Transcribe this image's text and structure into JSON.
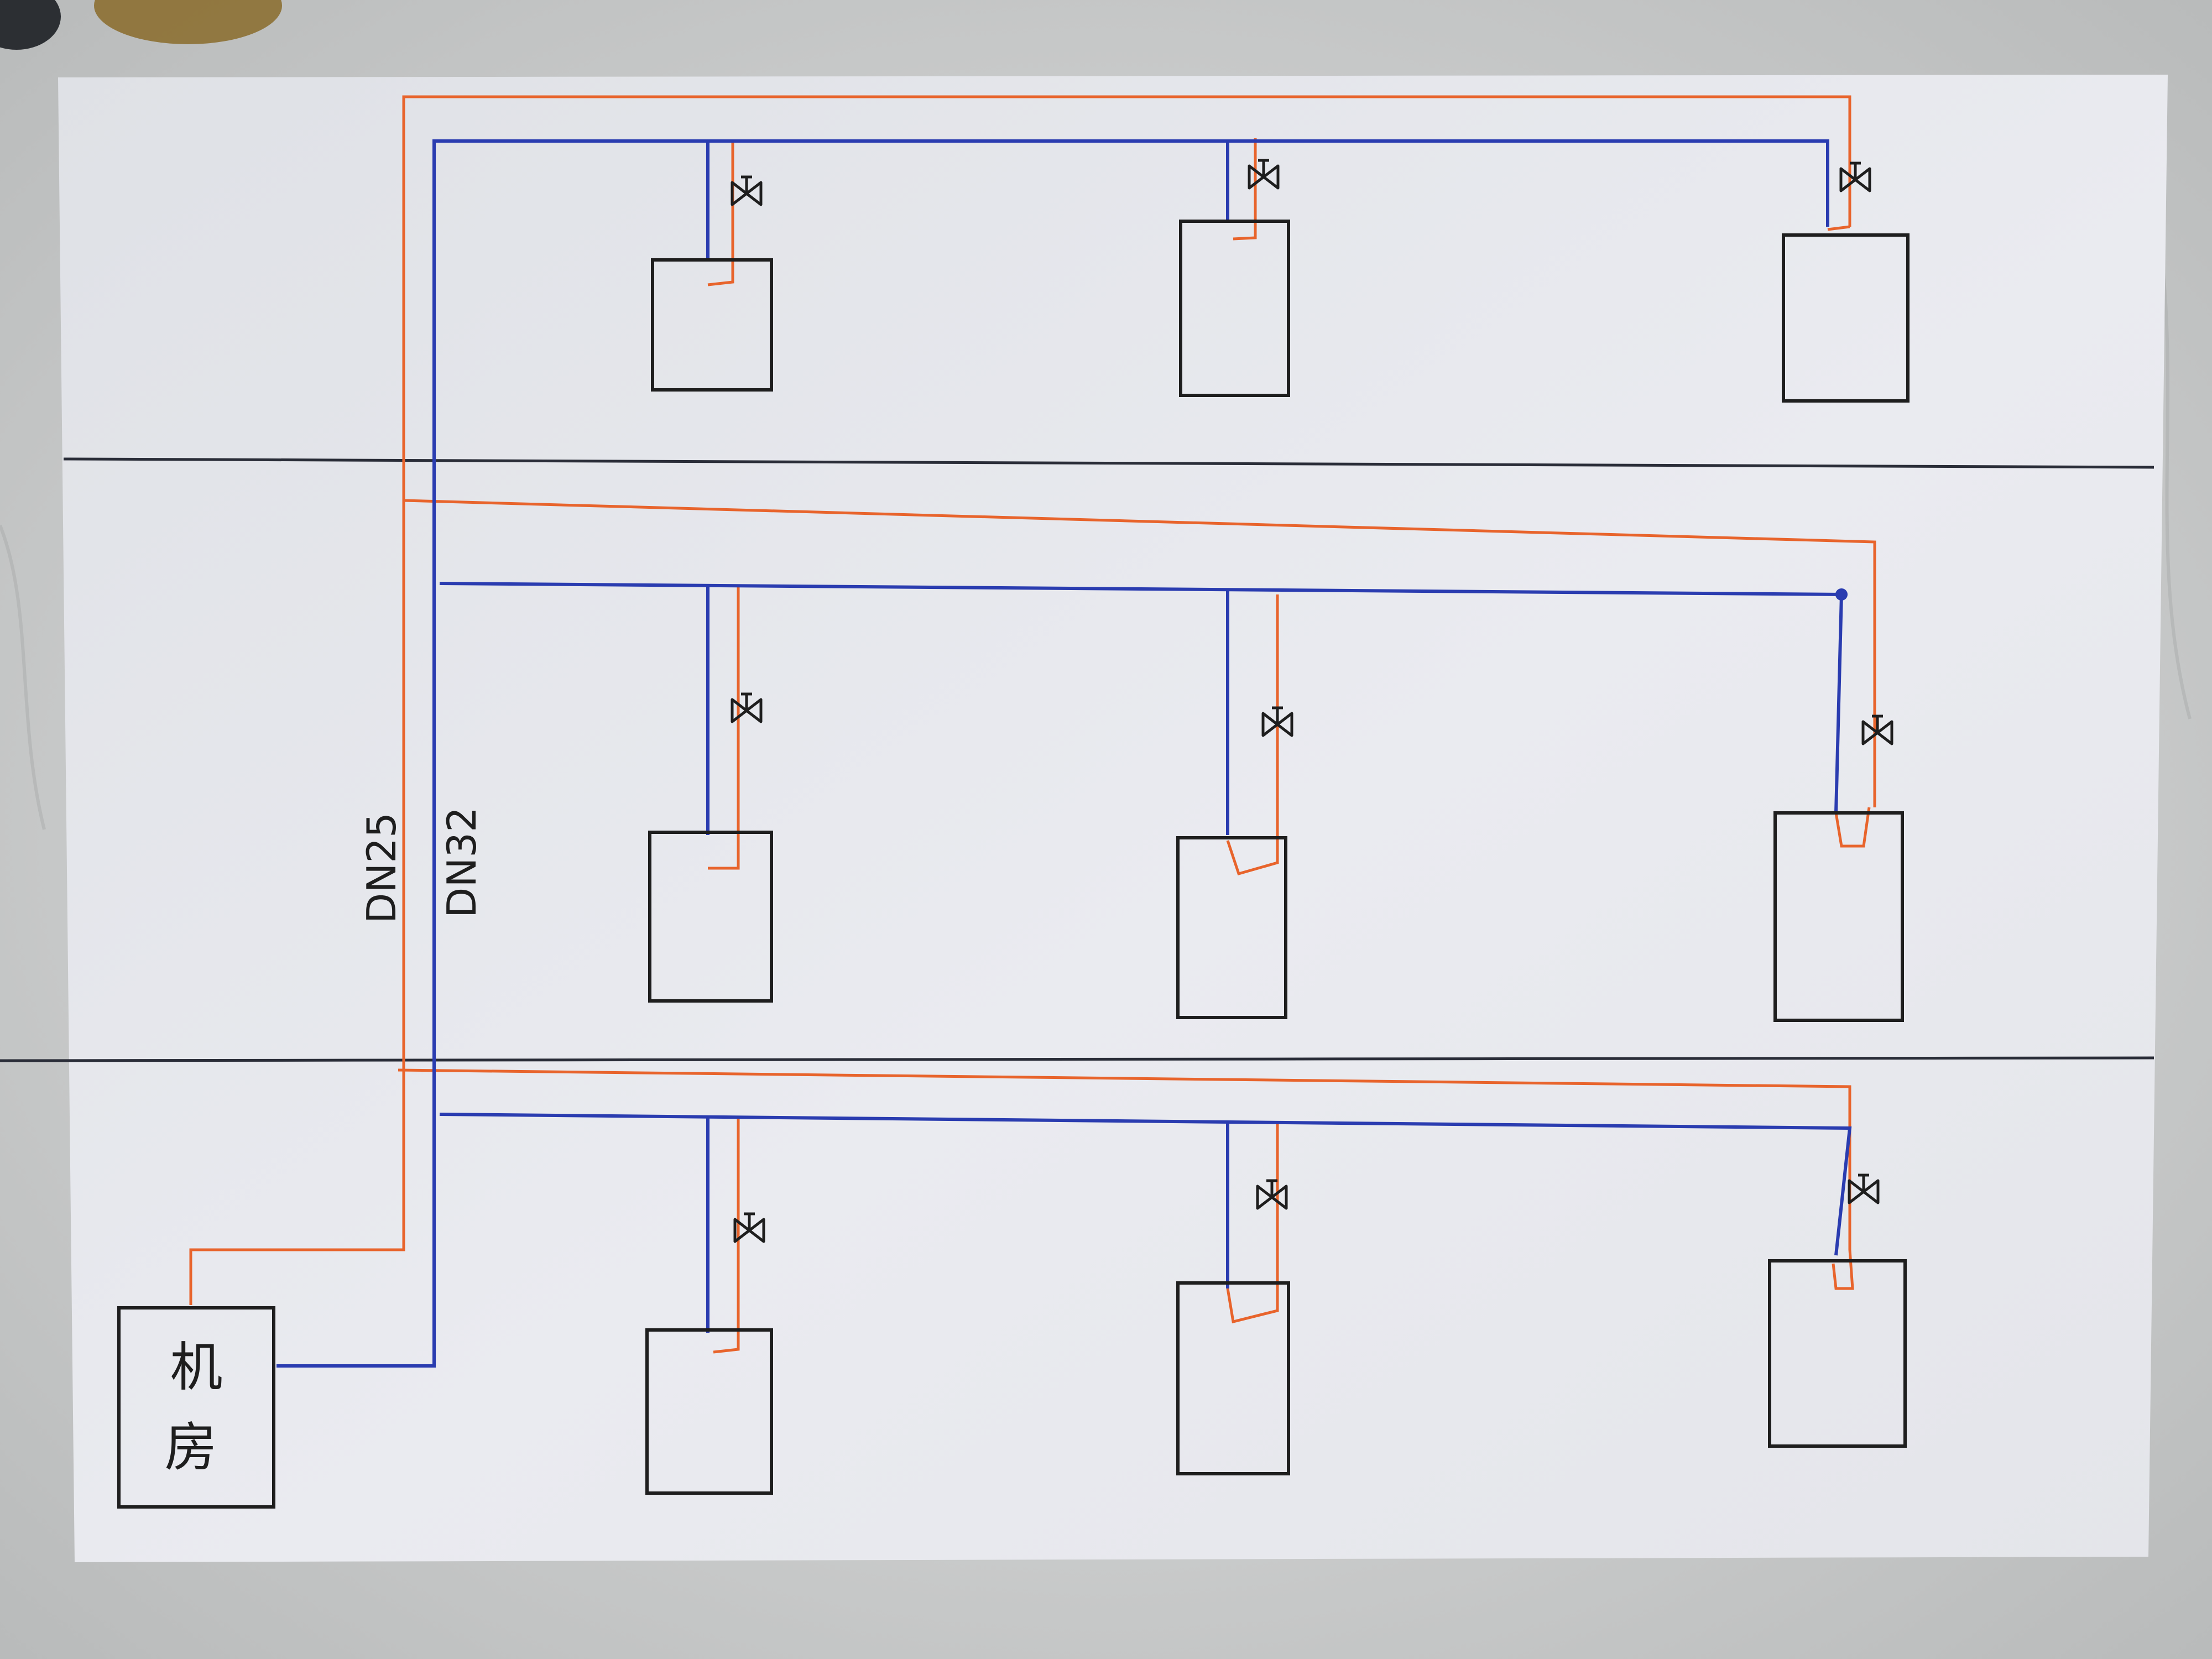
{
  "diagram": {
    "room_label_line1": "机",
    "room_label_line2": "房",
    "supply_pipe_label": "DN25",
    "return_pipe_label": "DN32"
  },
  "colors": {
    "supply_pipe": "#e8642c",
    "return_pipe": "#2a3cb0",
    "ink": "#1e1e1e",
    "paper": "#e6e7ec",
    "marble": "#cfd0d0"
  },
  "floors": [
    {
      "units": 3,
      "valves_per_unit": 1
    },
    {
      "units": 3,
      "valves_per_unit": 1
    },
    {
      "units": 3,
      "valves_per_unit": 1
    }
  ]
}
